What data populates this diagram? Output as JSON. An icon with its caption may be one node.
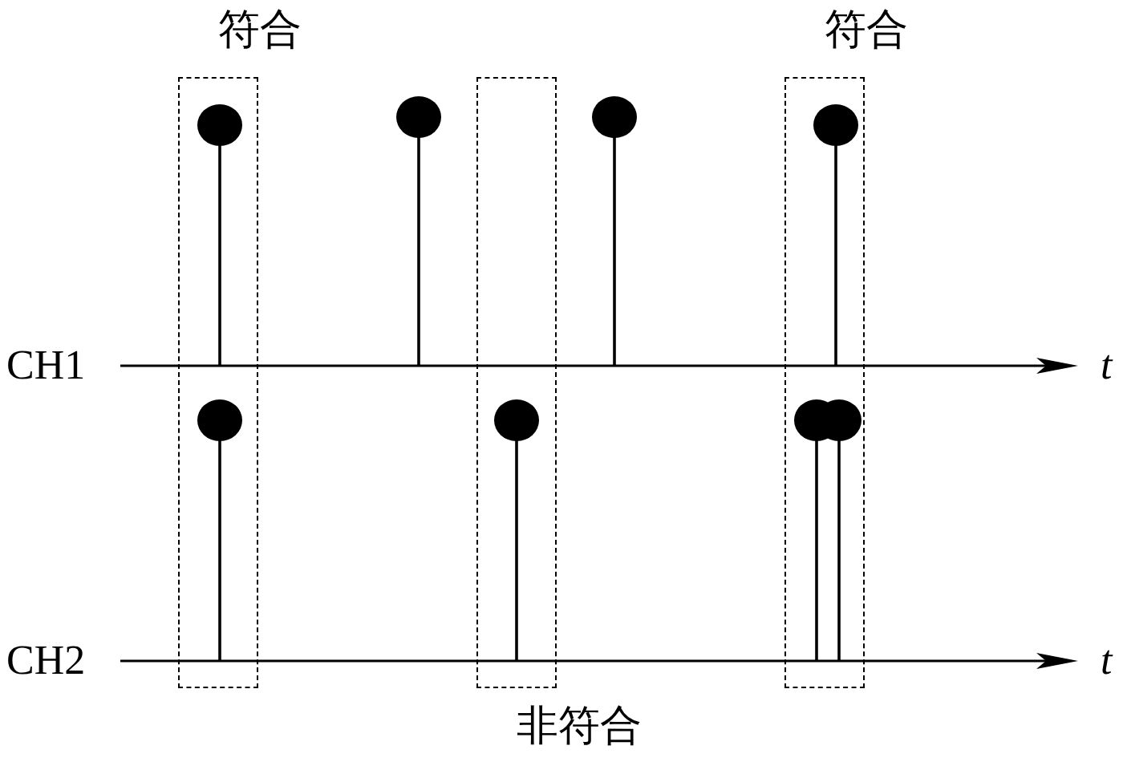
{
  "diagram": {
    "nodes": [
      {
        "text": [
          "符合"
        ]
      },
      {
        "text": [
          "非符合"
        ]
      },
      {
        "text": [
          "符合"
        ]
      }
    ],
    "edges": [],
    "labels": [
      "CH1",
      "t",
      "CH2",
      "t"
    ]
  }
}
